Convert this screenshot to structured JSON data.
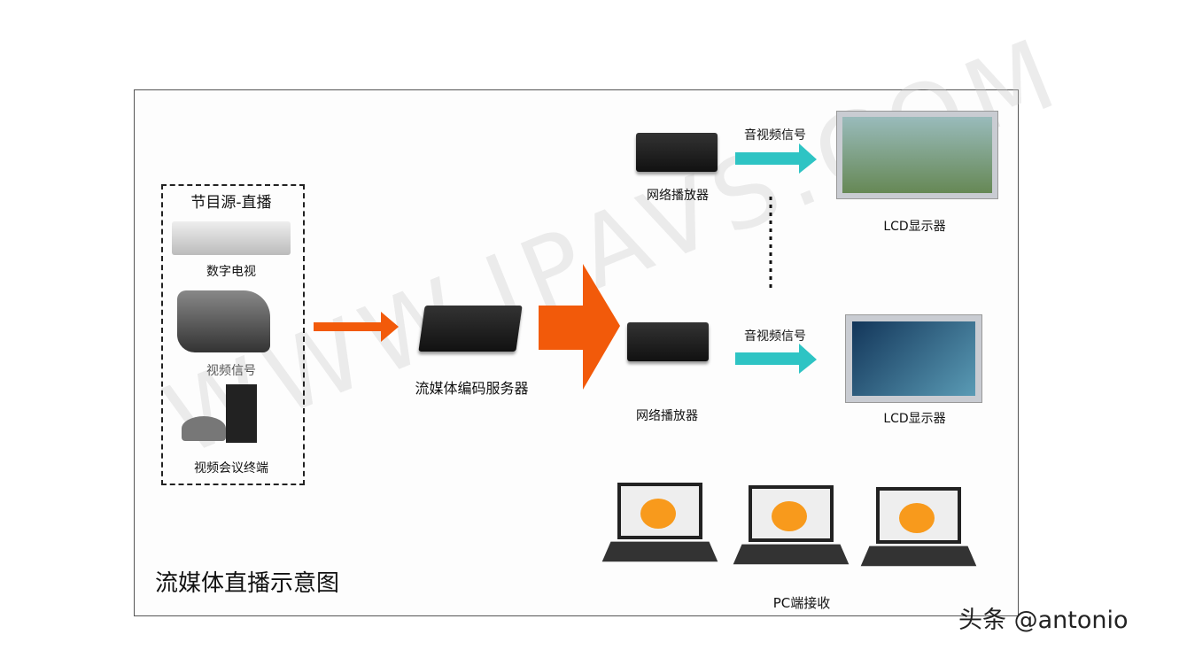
{
  "diagram": {
    "title": "流媒体直播示意图",
    "source_group": {
      "title": "节目源-直播",
      "items": [
        "数字电视",
        "视频信号",
        "视频会议终端"
      ]
    },
    "encoder": "流媒体编码服务器",
    "players": [
      "网络播放器",
      "网络播放器"
    ],
    "signals": [
      "音视频信号",
      "音视频信号"
    ],
    "displays": [
      "LCD显示器",
      "LCD显示器"
    ],
    "pc": "PC端接收",
    "watermark": "WWW.IPAVS.COM",
    "colors": {
      "arrow_orange": "#f25a0a",
      "arrow_cyan": "#2ec4c4"
    }
  },
  "credit": "头条 @antonio"
}
